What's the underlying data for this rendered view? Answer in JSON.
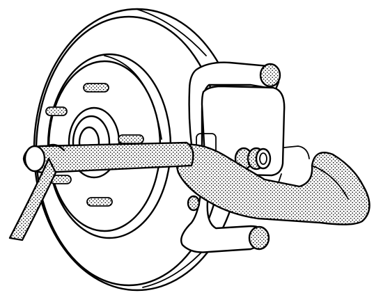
{
  "figure": {
    "ink_color": "#000000",
    "paper_color": "#ffffff",
    "parts": [
      "brake-rotor",
      "wheel-hub",
      "wheel-stud",
      "brake-caliper",
      "caliper-bracket",
      "steering-knuckle",
      "pry-bar"
    ]
  }
}
